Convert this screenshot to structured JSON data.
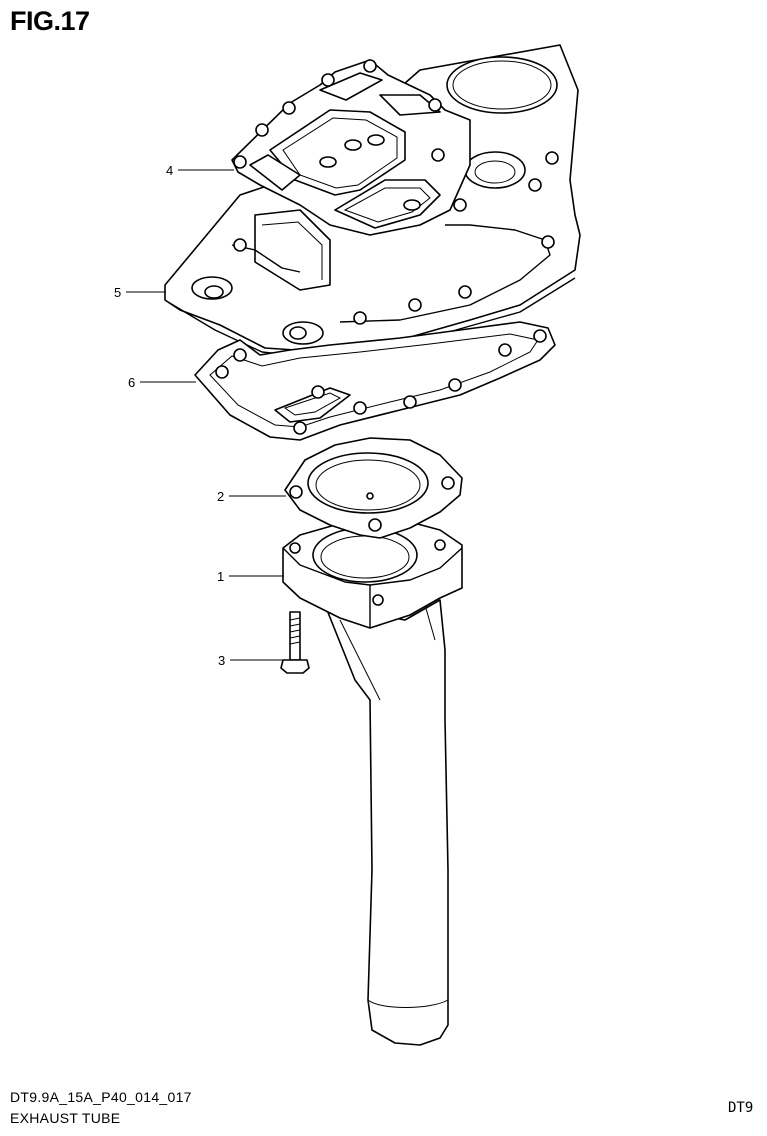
{
  "figure": {
    "title": "FIG.17"
  },
  "callouts": [
    {
      "number": "4",
      "part": "gasket-top"
    },
    {
      "number": "5",
      "part": "exhaust-plate"
    },
    {
      "number": "6",
      "part": "gasket-bottom"
    },
    {
      "number": "2",
      "part": "flange-gasket"
    },
    {
      "number": "1",
      "part": "exhaust-tube"
    },
    {
      "number": "3",
      "part": "bolt"
    }
  ],
  "footer": {
    "code": "DT9.9A_15A_P40_014_017",
    "title": "EXHAUST TUBE",
    "model": "DT9"
  }
}
